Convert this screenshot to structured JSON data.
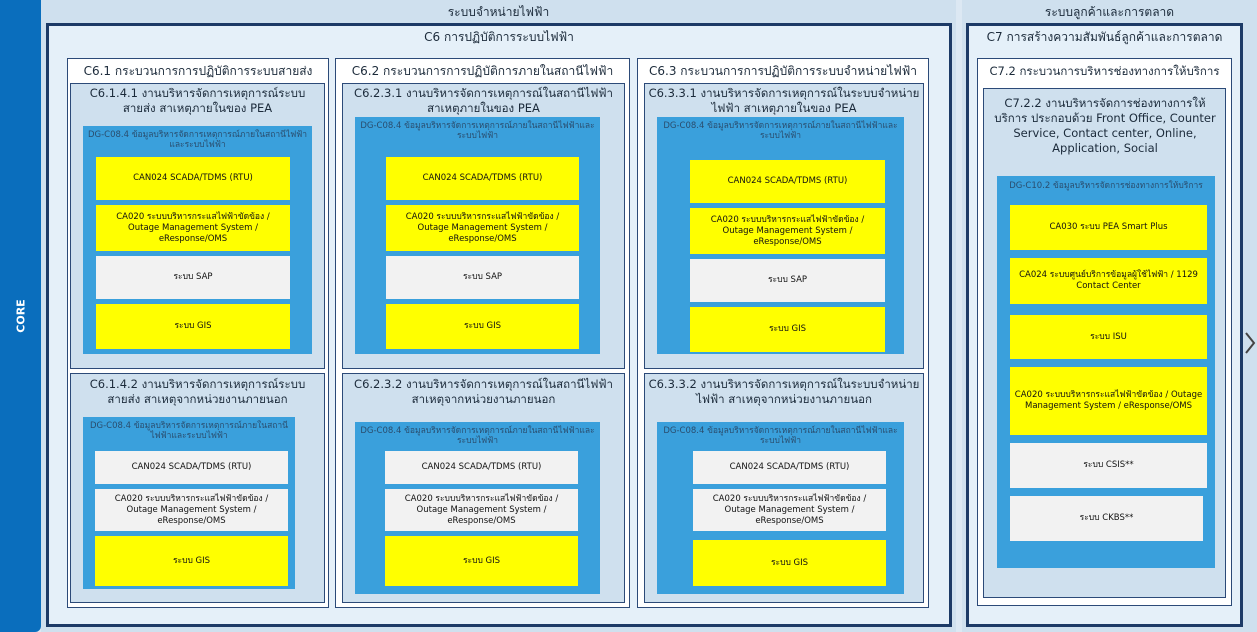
{
  "core_label": "CORE",
  "distribution": {
    "title": "ระบบจำหน่ายไฟฟ้า",
    "frame_title": "C6 การปฏิบัติการระบบไฟฟ้า",
    "columns": [
      {
        "title": "C6.1 กระบวนการการปฏิบัติการระบบสายส่ง",
        "subs": [
          {
            "title": "C6.1.4.1 งานบริหารจัดการเหตุการณ์ระบบสายส่ง สาเหตุภายในของ PEA",
            "dg": "DG-C08.4 ข้อมูลบริหารจัดการเหตุการณ์ภายในสถานีไฟฟ้าและระบบไฟฟ้า",
            "items": [
              "CAN024 SCADA/TDMS (RTU)",
              "CA020 ระบบบริหารกระแสไฟฟ้าขัดข้อง / Outage Management System / eResponse/OMS",
              "ระบบ SAP",
              "ระบบ GIS"
            ]
          },
          {
            "title": "C6.1.4.2 งานบริหารจัดการเหตุการณ์ระบบสายส่ง สาเหตุจากหน่วยงานภายนอก",
            "dg": "DG-C08.4 ข้อมูลบริหารจัดการเหตุการณ์ภายในสถานีไฟฟ้าและระบบไฟฟ้า",
            "items": [
              "CAN024 SCADA/TDMS (RTU)",
              "CA020 ระบบบริหารกระแสไฟฟ้าขัดข้อง / Outage Management System / eResponse/OMS",
              "ระบบ GIS"
            ]
          }
        ]
      },
      {
        "title": "C6.2 กระบวนการการปฏิบัติการภายในสถานีไฟฟ้า",
        "subs": [
          {
            "title": "C6.2.3.1 งานบริหารจัดการเหตุการณ์ในสถานีไฟฟ้า สาเหตุภายในของ PEA",
            "dg": "DG-C08.4 ข้อมูลบริหารจัดการเหตุการณ์ภายในสถานีไฟฟ้าและระบบไฟฟ้า",
            "items": [
              "CAN024 SCADA/TDMS (RTU)",
              "CA020 ระบบบริหารกระแสไฟฟ้าขัดข้อง / Outage Management System / eResponse/OMS",
              "ระบบ SAP",
              "ระบบ GIS"
            ]
          },
          {
            "title": "C6.2.3.2 งานบริหารจัดการเหตุการณ์ในสถานีไฟฟ้า สาเหตุจากหน่วยงานภายนอก",
            "dg": "DG-C08.4 ข้อมูลบริหารจัดการเหตุการณ์ภายในสถานีไฟฟ้าและระบบไฟฟ้า",
            "items": [
              "CAN024 SCADA/TDMS (RTU)",
              "CA020 ระบบบริหารกระแสไฟฟ้าขัดข้อง / Outage Management System / eResponse/OMS",
              "ระบบ GIS"
            ]
          }
        ]
      },
      {
        "title": "C6.3 กระบวนการการปฏิบัติการระบบจำหน่ายไฟฟ้า",
        "subs": [
          {
            "title": "C6.3.3.1 งานบริหารจัดการเหตุการณ์ในระบบจำหน่ายไฟฟ้า สาเหตุภายในของ PEA",
            "dg": "DG-C08.4 ข้อมูลบริหารจัดการเหตุการณ์ภายในสถานีไฟฟ้าและระบบไฟฟ้า",
            "items": [
              "CAN024 SCADA/TDMS (RTU)",
              "CA020 ระบบบริหารกระแสไฟฟ้าขัดข้อง / Outage Management System / eResponse/OMS",
              "ระบบ SAP",
              "ระบบ GIS"
            ]
          },
          {
            "title": "C6.3.3.2 งานบริหารจัดการเหตุการณ์ในระบบจำหน่ายไฟฟ้า สาเหตุจากหน่วยงานภายนอก",
            "dg": "DG-C08.4 ข้อมูลบริหารจัดการเหตุการณ์ภายในสถานีไฟฟ้าและระบบไฟฟ้า",
            "items": [
              "CAN024 SCADA/TDMS (RTU)",
              "CA020 ระบบบริหารกระแสไฟฟ้าขัดข้อง / Outage Management System / eResponse/OMS",
              "ระบบ GIS"
            ]
          }
        ]
      }
    ]
  },
  "customer": {
    "title": "ระบบลูกค้าและการตลาด",
    "frame_title": "C7 การสร้างความสัมพันธ์ลูกค้าและการตลาด",
    "col_title": "C7.2 กระบวนการบริหารช่องทางการให้บริการ",
    "sub_title": "C7.2.2 งานบริหารจัดการช่องทางการให้บริการ ประกอบด้วย Front Office, Counter Service, Contact center, Online, Application, Social",
    "dg": "DG-C10.2 ข้อมูลบริหารจัดการช่องทางการให้บริการ",
    "items": [
      "CA030 ระบบ PEA Smart Plus",
      "CA024 ระบบศูนย์บริการข้อมูลผู้ใช้ไฟฟ้า / 1129 Contact Center",
      "ระบบ ISU",
      "CA020 ระบบบริหารกระแสไฟฟ้าขัดข้อง / Outage Management System / eResponse/OMS",
      "ระบบ CSIS**",
      "ระบบ CKBS**"
    ]
  },
  "colors": {
    "core": "#0a6ebd",
    "frame_border": "#1c3a66",
    "dg_panel": "#3aa0dc",
    "highlight": "#ffff00",
    "neutral": "#f2f2f2"
  },
  "icons": {
    "next": "chevron-right-icon"
  }
}
